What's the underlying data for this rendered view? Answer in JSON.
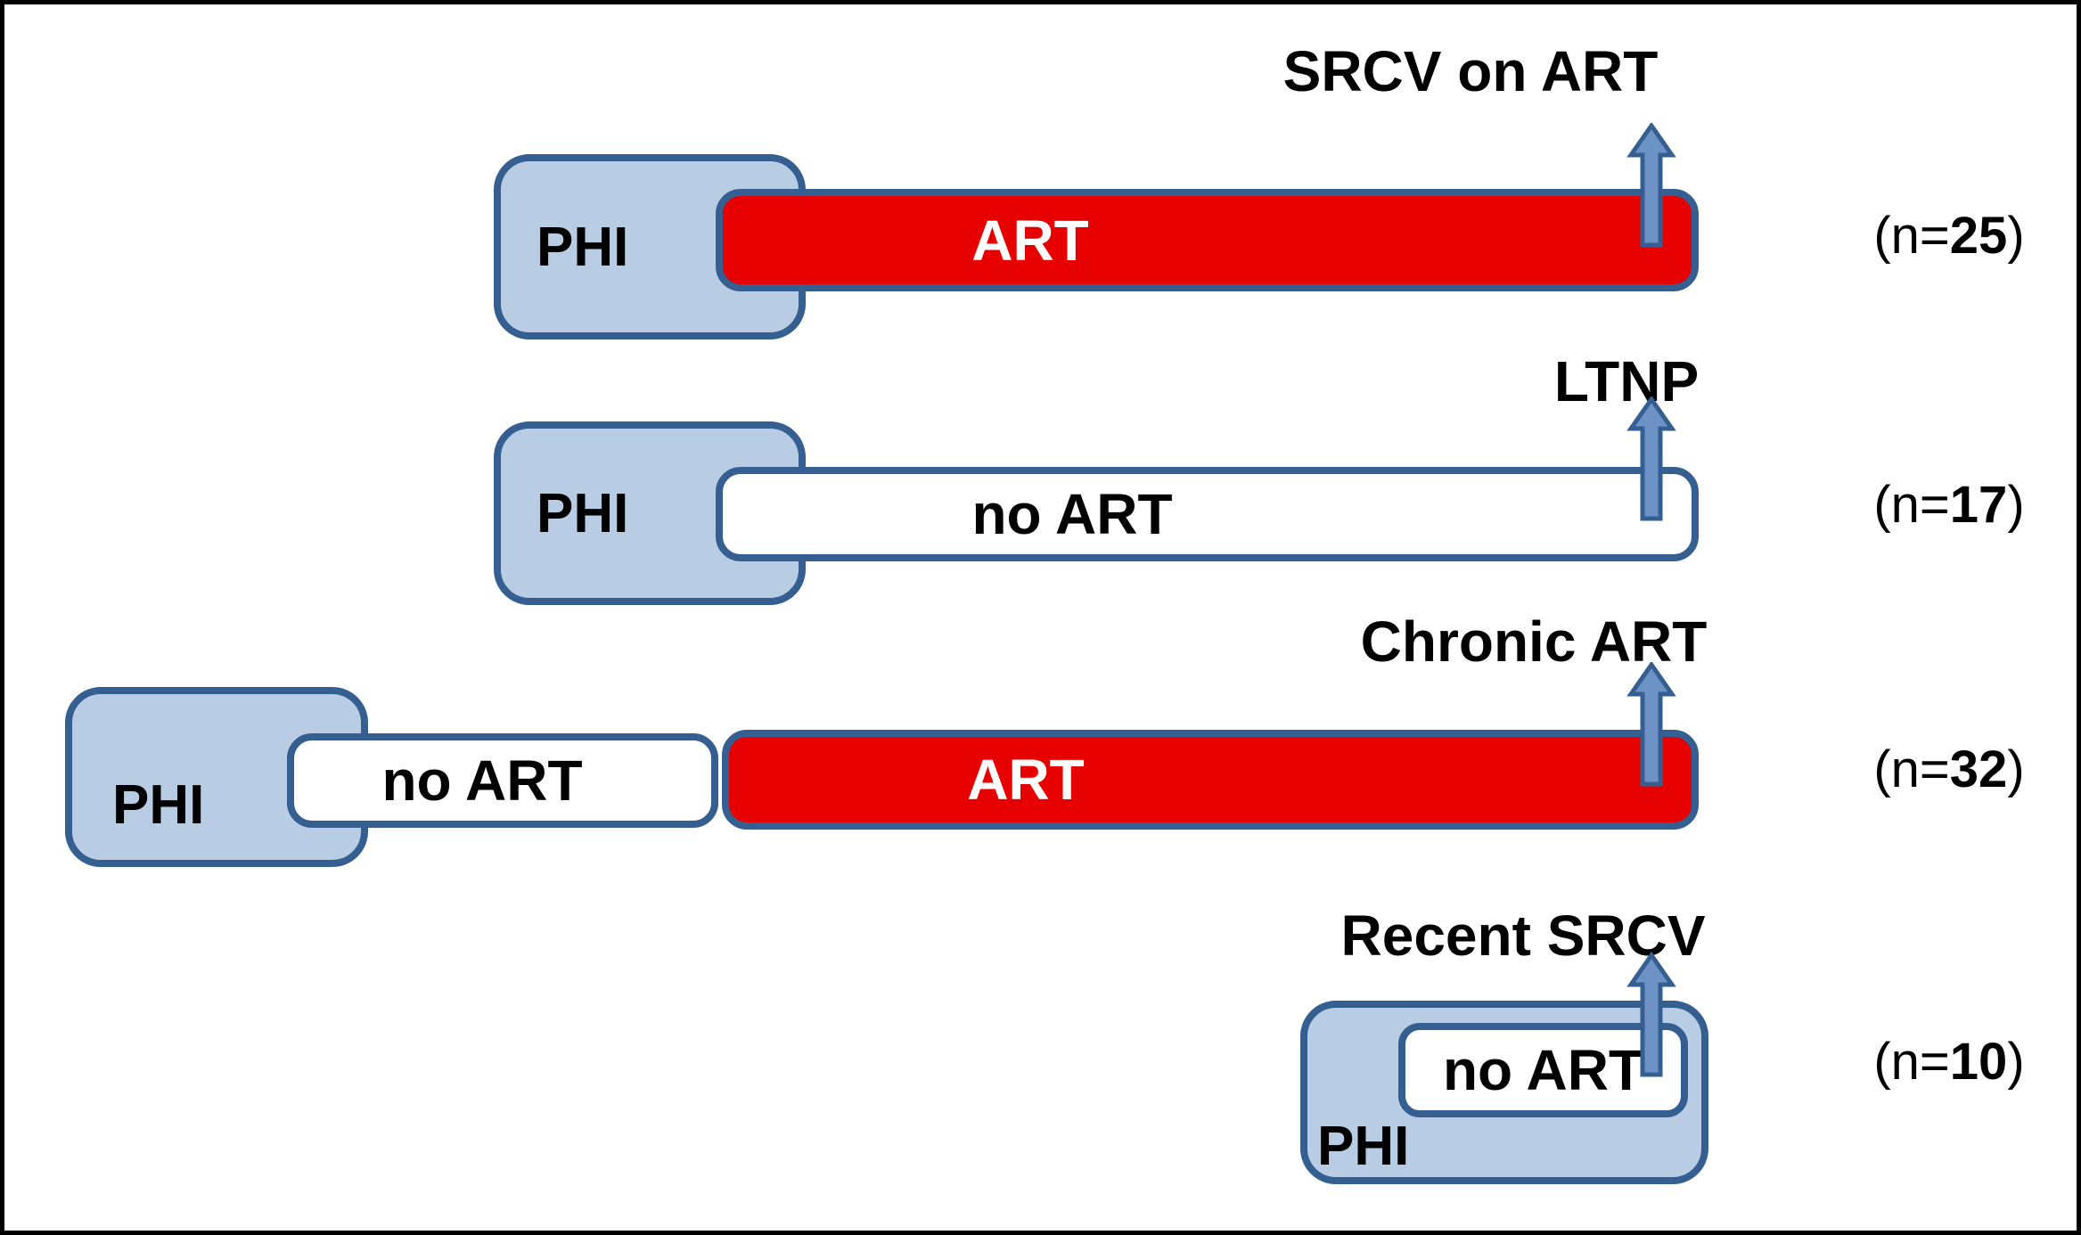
{
  "figure_type": "cohort-timeline-diagram",
  "colors": {
    "phi_fill": "#b8cce4",
    "outline_blue": "#365f91",
    "art_fill": "#e60000",
    "no_art_fill": "#ffffff",
    "arrow_fill": "#6d92c6",
    "text": "#000000",
    "art_text": "#ffffff",
    "frame": "#000000"
  },
  "n_format": {
    "prefix": "(n=",
    "suffix": ")"
  },
  "rows": [
    {
      "outcome_label": "SRCV on ART",
      "n": "25",
      "phi_label": "PHI",
      "bars": [
        {
          "label": "ART",
          "style": "art"
        }
      ]
    },
    {
      "outcome_label": "LTNP",
      "n": "17",
      "phi_label": "PHI",
      "bars": [
        {
          "label": "no ART",
          "style": "no-art"
        }
      ]
    },
    {
      "outcome_label": "Chronic ART",
      "n": "32",
      "phi_label": "PHI",
      "bars": [
        {
          "label": "no ART",
          "style": "no-art"
        },
        {
          "label": "ART",
          "style": "art"
        }
      ]
    },
    {
      "outcome_label": "Recent SRCV",
      "n": "10",
      "phi_label": "PHI",
      "bars": [
        {
          "label": "no ART",
          "style": "no-art"
        }
      ]
    }
  ]
}
